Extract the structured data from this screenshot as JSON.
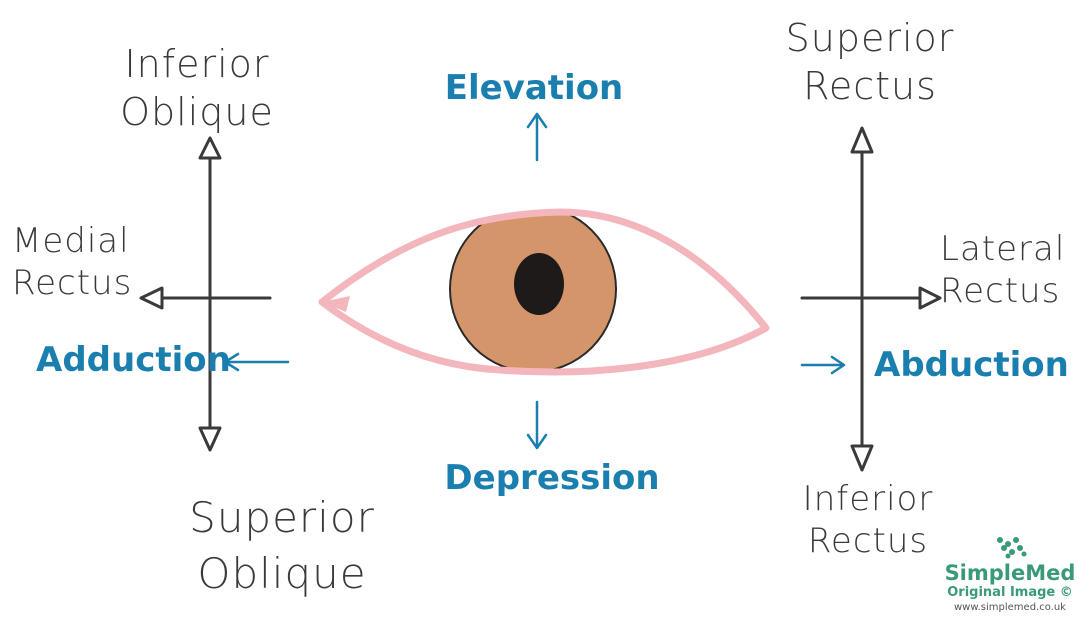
{
  "labels": {
    "inferior_oblique": [
      "Inferior",
      "Oblique"
    ],
    "medial_rectus": [
      "Medial",
      "Rectus"
    ],
    "adduction": "Adduction",
    "superior_oblique": [
      "Superior",
      "Oblique"
    ],
    "elevation": "Elevation",
    "depression": "Depression",
    "superior_rectus": [
      "Superior",
      "Rectus"
    ],
    "lateral_rectus": [
      "Lateral",
      "Rectus"
    ],
    "abduction": "Abduction",
    "inferior_rectus": [
      "Inferior",
      "Rectus"
    ]
  },
  "logo": {
    "name": "SimpleMed",
    "subtitle": "Original Image ©",
    "url": "www.simplemed.co.uk"
  },
  "colors": {
    "ink": "#3a3a3a",
    "movement_blue": "#1a7fae",
    "eyelid_pink": "#f4b6bd",
    "iris_brown": "#d4956a",
    "pupil": "#1e1a1a",
    "logo_green": "#3a9a78"
  }
}
